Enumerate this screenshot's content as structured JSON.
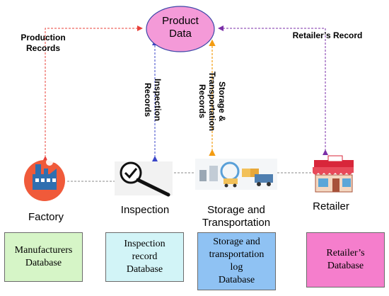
{
  "center": {
    "label": "Product\nData",
    "fill": "#f49ad8",
    "stroke": "#3d46a8"
  },
  "edges": {
    "production": {
      "label": "Production\nRecords",
      "color": "#e8403a"
    },
    "inspection": {
      "label": "Inspection\nRecords",
      "color": "#3a46c8"
    },
    "storage": {
      "label": "Storage &\nTransportation\nRecords",
      "color": "#f39c12"
    },
    "retailer": {
      "label": "Retailer’s Record",
      "color": "#7b2fa8"
    }
  },
  "nodes": [
    {
      "key": "factory",
      "label": "Factory",
      "icon": "factory-icon"
    },
    {
      "key": "inspection",
      "label": "Inspection",
      "icon": "magnifier-check-icon"
    },
    {
      "key": "storage",
      "label": "Storage and\nTransportation",
      "icon": "logistics-icon"
    },
    {
      "key": "retailer",
      "label": "Retailer",
      "icon": "shop-icon"
    }
  ],
  "databases": [
    {
      "label": "Manufacturers\nDatabase",
      "fill": "#d6f5c7"
    },
    {
      "label": "Inspection\nrecord\nDatabase",
      "fill": "#d2f4f7"
    },
    {
      "label": "Storage and\ntransportation\nlog\nDatabase",
      "fill": "#8fc2f3"
    },
    {
      "label": "Retailer’s\nDatabase",
      "fill": "#f57ecc"
    }
  ]
}
